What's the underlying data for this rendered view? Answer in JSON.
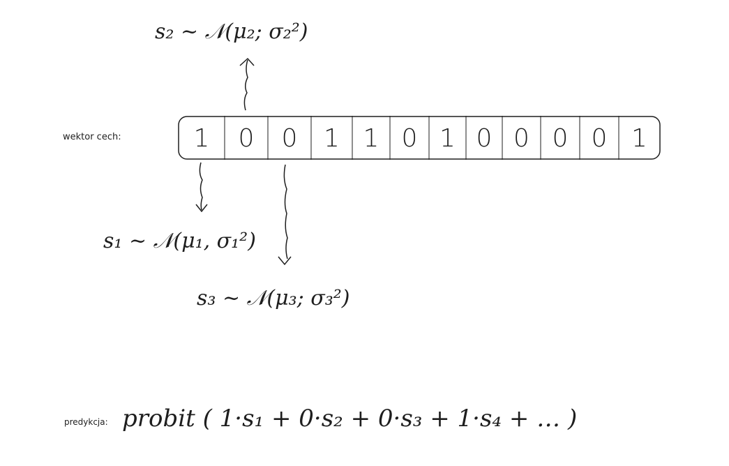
{
  "feature_vector": {
    "label": "wektor cech:",
    "values": [
      "1",
      "0",
      "0",
      "1",
      "1",
      "0",
      "1",
      "0",
      "0",
      "0",
      "0",
      "1"
    ]
  },
  "distributions": {
    "s1": "s₁ ~ 𝒩(μ₁, σ₁²)",
    "s2": "s₂ ~ 𝒩(μ₂; σ₂²)",
    "s3": "s₃ ~ 𝒩(μ₃; σ₃²)"
  },
  "prediction": {
    "label": "predykcja:",
    "formula": "probit ( 1·s₁ + 0·s₂ + 0·s₃ + 1·s₄ + … )"
  },
  "colors": {
    "stroke": "#1e1e1e",
    "background": "#ffffff"
  }
}
